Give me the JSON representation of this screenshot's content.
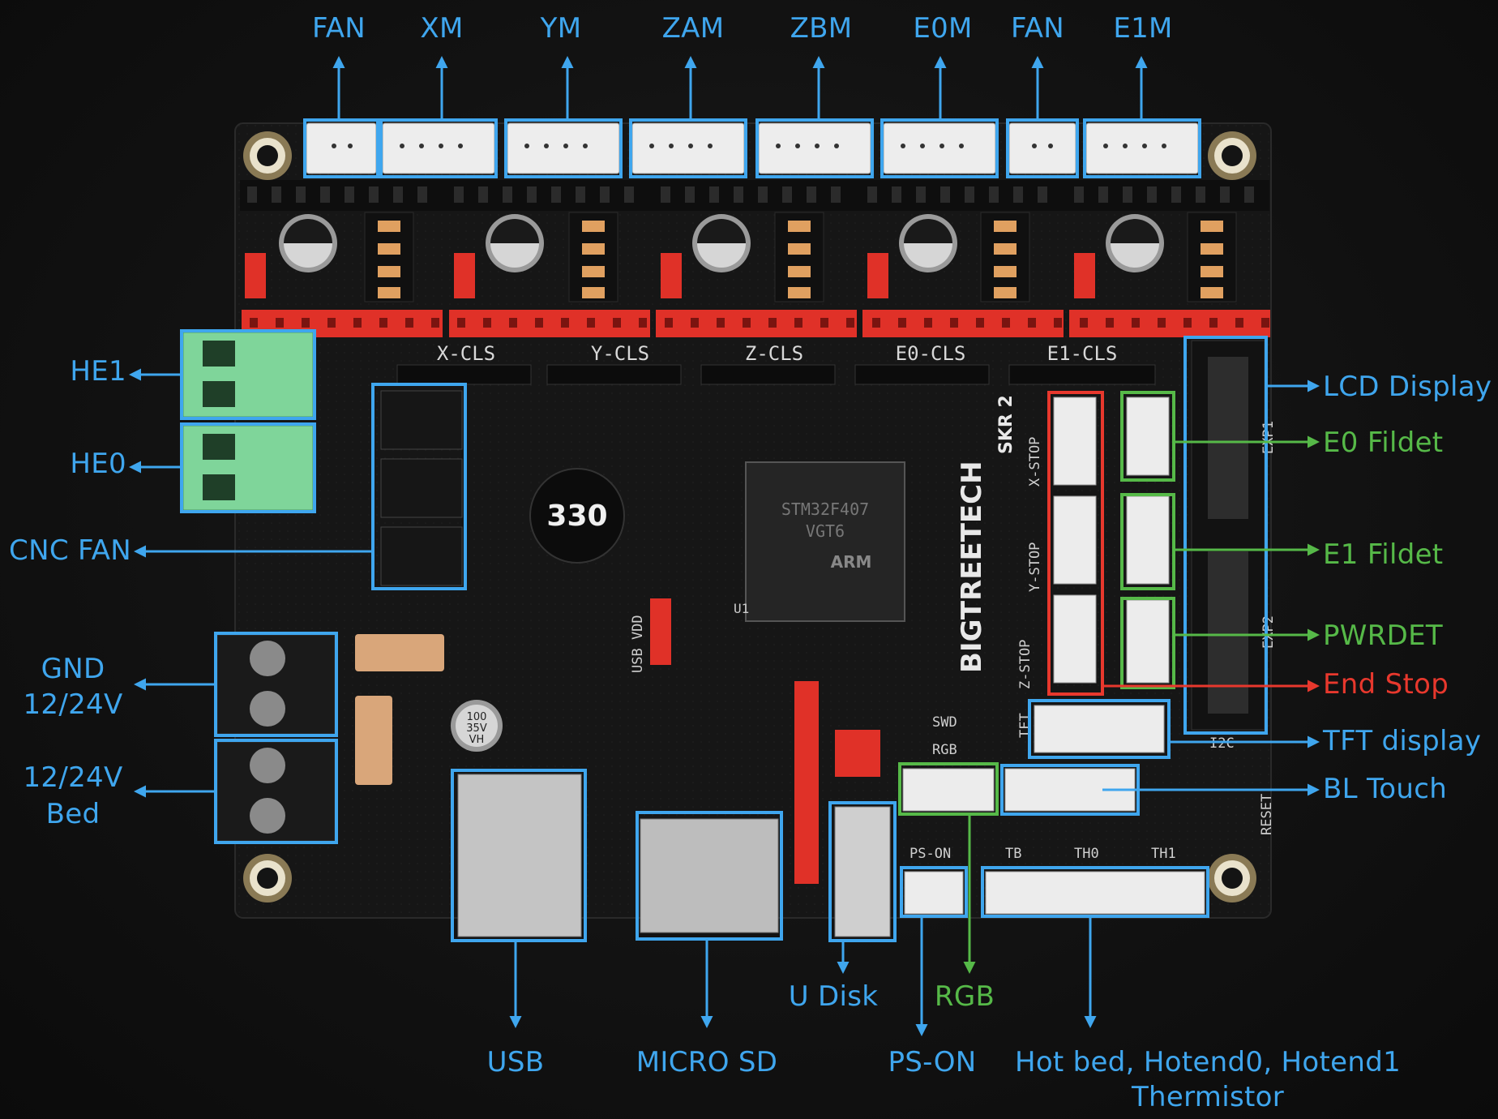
{
  "colors": {
    "blue": "#3fa6ee",
    "green": "#56b948",
    "red": "#e8382d",
    "board": "#151515",
    "pin_red": "#e03128",
    "terminal_green": "#7fd59a"
  },
  "board": {
    "brand": "BIGTREETECH",
    "model": "SKR 2",
    "inductor_marking": "330",
    "chip_lines": [
      "STM32F407",
      "VGT6",
      "ARM"
    ],
    "capacitor_marking": [
      "100",
      "35V",
      "VH"
    ],
    "silk": {
      "x_cls": "X-CLS",
      "y_cls": "Y-CLS",
      "z_cls": "Z-CLS",
      "e0_cls": "E0-CLS",
      "e1_cls": "E1-CLS",
      "swd": "SWD",
      "rgb": "RGB",
      "ps_on": "PS-ON",
      "x_stop": "X-STOP",
      "y_stop": "Y-STOP",
      "z_stop": "Z-STOP",
      "tft": "TFT",
      "usb_vdd": "USB VDD",
      "i2c": "I2C",
      "reset": "RESET",
      "u1": "U1",
      "exp1": "EXP1",
      "exp2": "EXP2",
      "tb": "TB",
      "th0": "TH0",
      "th1": "TH1"
    }
  },
  "labels": {
    "top": [
      "FAN",
      "XM",
      "YM",
      "ZAM",
      "ZBM",
      "E0M",
      "FAN",
      "E1M"
    ],
    "left": {
      "he1": "HE1",
      "he0": "HE0",
      "cnc_fan": "CNC FAN",
      "gnd_line1": "GND",
      "gnd_line2": "12/24V",
      "bed_line1": "12/24V",
      "bed_line2": "Bed"
    },
    "right": {
      "lcd": "LCD Display",
      "e0_fildet": "E0 Fildet",
      "e1_fildet": "E1 Fildet",
      "pwrdet": "PWRDET",
      "end_stop": "End Stop",
      "tft": "TFT display",
      "bl_touch": "BL Touch"
    },
    "bottom": {
      "usb": "USB",
      "micro_sd": "MICRO SD",
      "u_disk": "U Disk",
      "rgb": "RGB",
      "ps_on": "PS-ON",
      "thermistor_line1": "Hot bed, Hotend0, Hotend1",
      "thermistor_line2": "Thermistor"
    }
  }
}
